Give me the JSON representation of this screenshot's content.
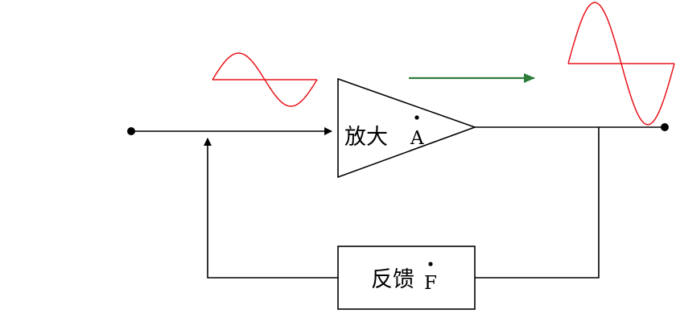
{
  "amplifier": {
    "label": "放大",
    "symbol": "A"
  },
  "feedback": {
    "label": "反馈",
    "symbol": "F"
  },
  "colors": {
    "wave": "#e8141b",
    "flow_arrow": "#2e7d3a",
    "line": "#000000"
  },
  "signals": {
    "input_wave_amplitude": 1,
    "output_wave_amplitude": 2.3
  }
}
